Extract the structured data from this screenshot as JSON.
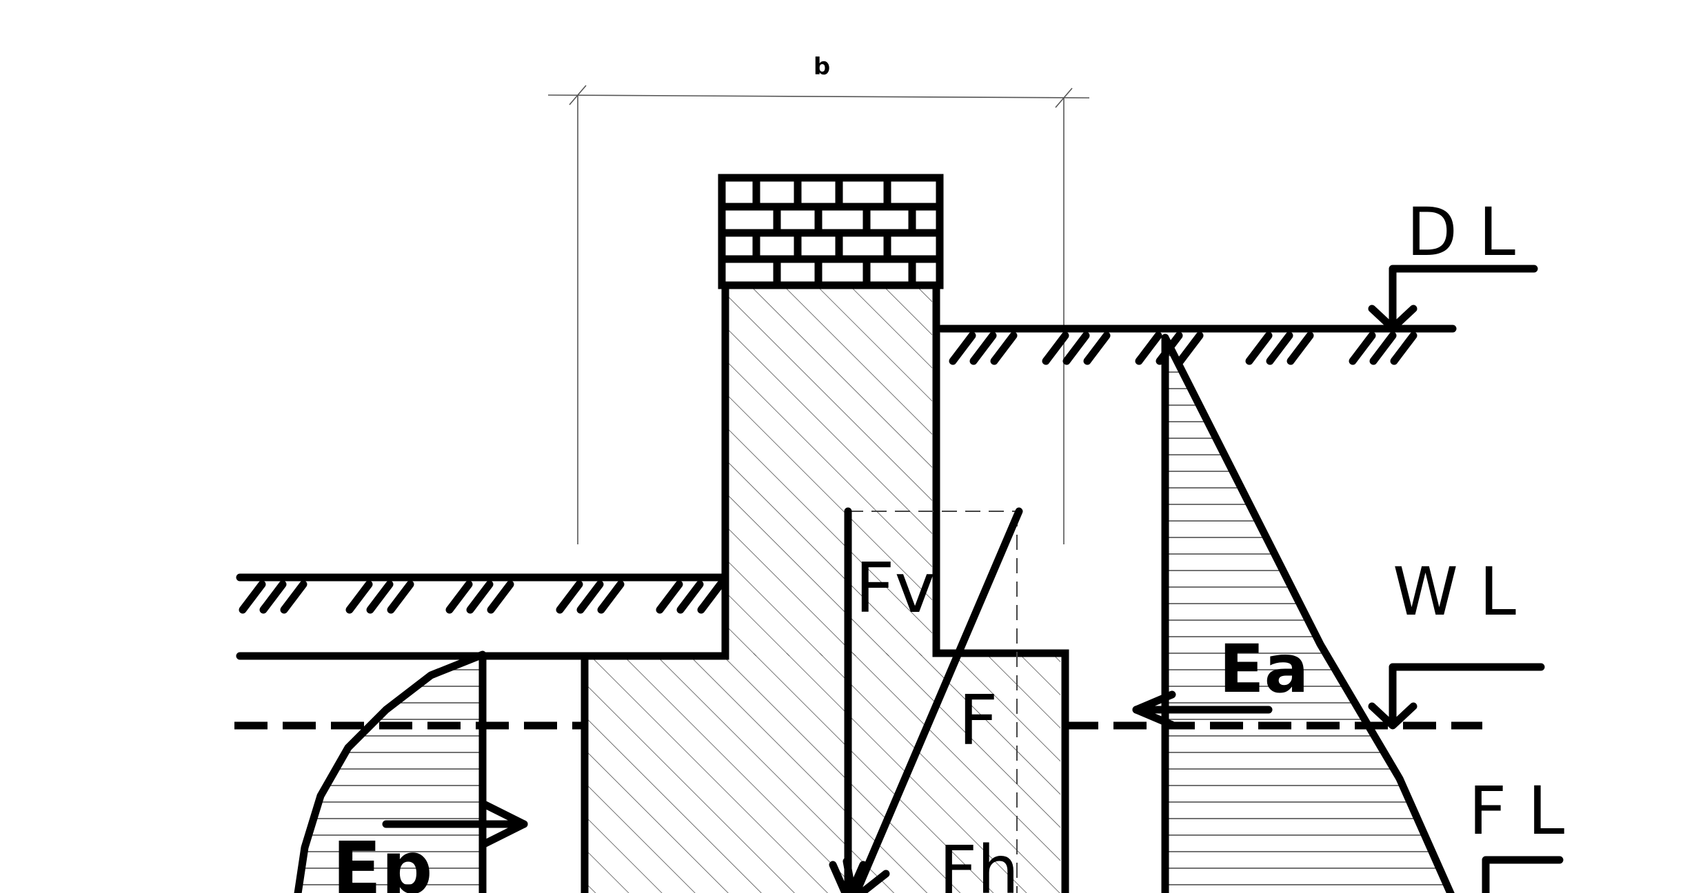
{
  "dimension": {
    "label": "b"
  },
  "levels": {
    "design_level": "D L",
    "water_level": "W L",
    "foundation_level": "F L"
  },
  "forces": {
    "vertical": "Fv",
    "resultant": "F",
    "horizontal": "Fh",
    "active_pressure": "Ea",
    "passive_pressure": "Ep"
  },
  "colors": {
    "line": "#000000",
    "dimension_line": "#555555",
    "background": "#ffffff"
  }
}
